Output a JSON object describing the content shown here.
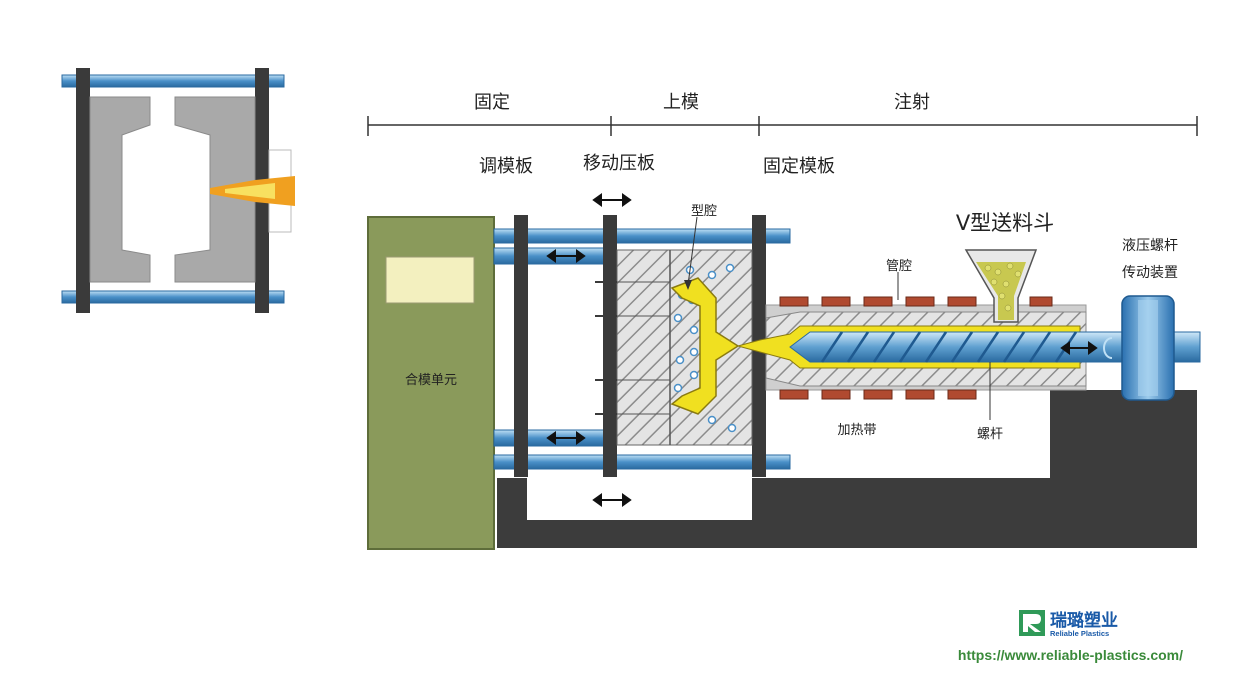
{
  "labels": {
    "section_fixed": "固定",
    "section_mold": "上模",
    "section_inject": "注射",
    "adjust_plate": "调模板",
    "moving_platen": "移动压板",
    "fixed_platen": "固定模板",
    "hopper": "V型送料斗",
    "hydraulic_line1": "液压螺杆",
    "hydraulic_line2": "传动装置",
    "cavity": "型腔",
    "barrel": "管腔",
    "clamp_unit": "合模单元",
    "heater": "加热带",
    "screw": "螺杆"
  },
  "brand": {
    "name": "瑞璐塑业",
    "subtitle": "Reliable Plastics",
    "url": "https://www.reliable-plastics.com/"
  },
  "colors": {
    "clamp_green": "#8a9a5b",
    "clamp_window": "#f3f0bf",
    "rod_blue": "#4a90c8",
    "plate_dark": "#3a3a3a",
    "mold_hatch": "#d8d8d8",
    "melt_yellow": "#f0e020",
    "heater_red": "#b04a30",
    "base_dark": "#3c3c3c",
    "brand_green": "#2f9a58",
    "brand_blue": "#1a5aa8",
    "url_green": "#3a8a3a"
  }
}
